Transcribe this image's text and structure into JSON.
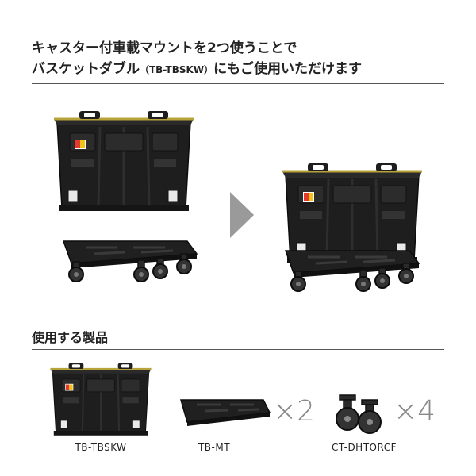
{
  "headline": {
    "line1": "キャスター付車載マウントを2つ使うことで",
    "line2_main": "バスケットダブル",
    "line2_code": "（TB-TBSKW）",
    "line2_tail": "にもご使用いただけます"
  },
  "section": {
    "title": "使用する製品"
  },
  "products": [
    {
      "label": "TB-TBSKW",
      "multiplier": ""
    },
    {
      "label": "TB-MT",
      "multiplier": "×2"
    },
    {
      "label": "CT-DHTORCF",
      "multiplier": "×4"
    }
  ],
  "colors": {
    "basket_body": "#1e1e1e",
    "basket_rim": "#b8a23a",
    "arrow": "#9a9a9a",
    "rule": "#555555"
  },
  "icons": {
    "arrow": "chevron-right-icon"
  }
}
